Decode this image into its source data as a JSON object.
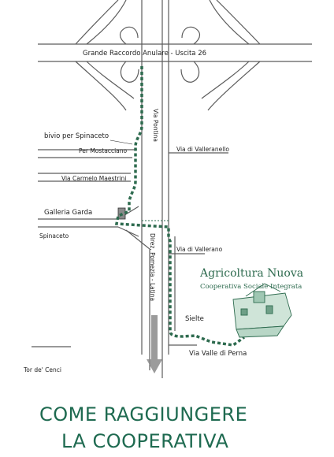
{
  "map": {
    "labels": {
      "gra": "Grande Raccordo Anulare - Uscita 26",
      "via_pontina": "Via Pontina",
      "bivio": "bivio per Spinaceto",
      "per_mostacciano": "Per Mostacciano",
      "via_di_valleranello": "Via di Valleranello",
      "via_carmelo_maestrini": "Via Carmelo Maestrini",
      "galleria_garda": "Galleria Garda",
      "spinaceto": "Spinaceto",
      "direz": "Direz. Pomezia - Latina",
      "via_di_vallerano": "Via di Vallerano",
      "sielte": "Sielte",
      "via_valle_di_perna": "Via Valle di Perna",
      "tor_de_cenci": "Tor de' Cenci"
    },
    "colors": {
      "route": "#2e6b4f",
      "road": "#5c5c5c",
      "arrow": "#8a8a8a"
    }
  },
  "brand": {
    "name": "Agricoltura Nuova",
    "subtitle": "Cooperativa Sociale Integrata"
  },
  "caption": {
    "line1": "COME RAGGIUNGERE",
    "line2": "LA COOPERATIVA"
  }
}
